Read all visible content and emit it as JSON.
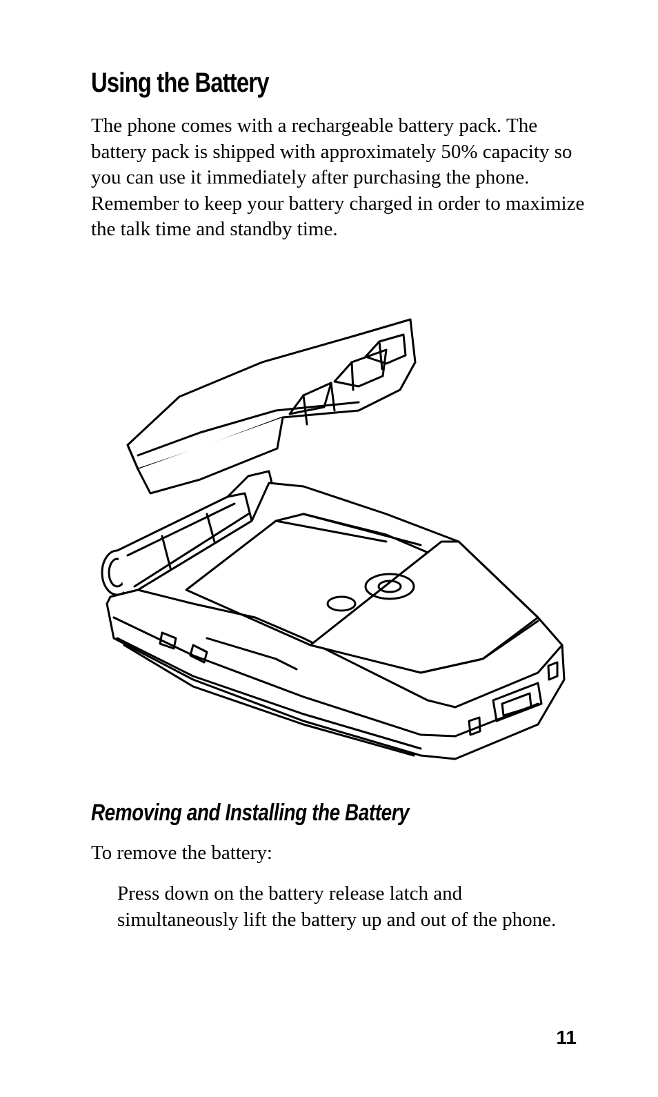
{
  "page": {
    "title": "Using the Battery",
    "intro": "The phone comes with a rechargeable battery pack. The battery pack is shipped with approximately 50% capacity so you can use it immediately after purchasing the phone. Remember to keep your battery charged in order to maximize the talk time and standby time.",
    "subtitle": "Removing and Installing the Battery",
    "lead": "To remove the battery:",
    "step": "Press down on the battery release latch and simultaneously lift the battery up and out of the phone.",
    "page_number": "11"
  },
  "figure": {
    "icon": "phone-battery-removal-illustration"
  }
}
